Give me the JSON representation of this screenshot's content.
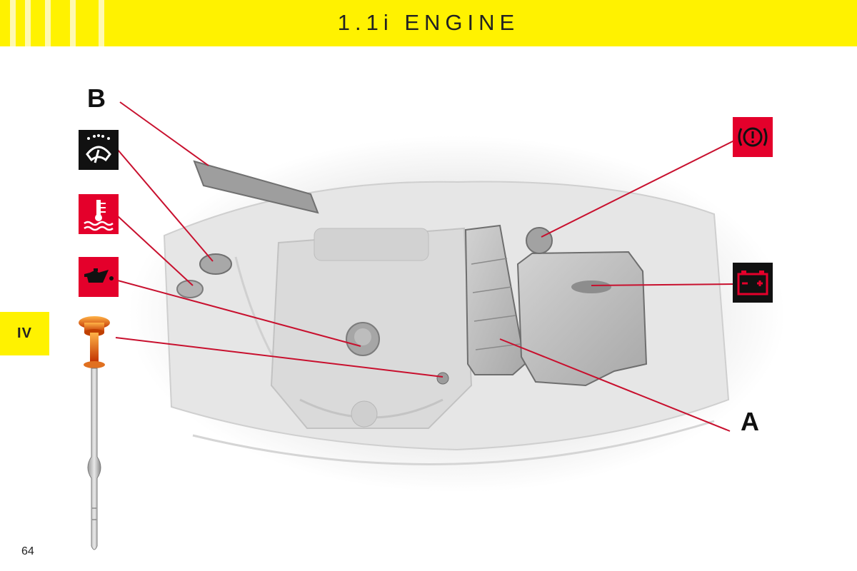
{
  "header": {
    "title": "1.1i ENGINE"
  },
  "side_tab": {
    "label": "IV"
  },
  "page": {
    "number": "64"
  },
  "callouts": {
    "a": "A",
    "b": "B"
  },
  "icons": [
    {
      "name": "windscreen-washer-icon"
    },
    {
      "name": "coolant-temperature-icon"
    },
    {
      "name": "oil-can-icon"
    },
    {
      "name": "brake-warning-icon"
    },
    {
      "name": "battery-icon"
    },
    {
      "name": "dipstick-icon"
    }
  ],
  "colors": {
    "header_yellow": "#fff200",
    "leader_red": "#c8102e",
    "icon_black": "#111111",
    "icon_red": "#e4002b"
  }
}
